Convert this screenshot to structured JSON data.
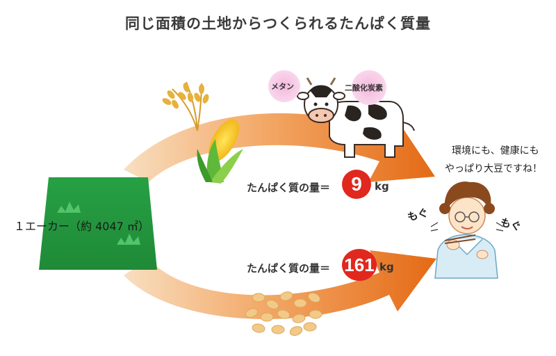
{
  "title": "同じ面積の土地からつくられるたんぱく質量",
  "field": {
    "label": "１エーカー（約 4047 ㎡）"
  },
  "bubbles": {
    "methane": "メタン",
    "co2": "二酸化炭素"
  },
  "beef_route": {
    "label": "たんぱく質の量＝",
    "value": "9",
    "unit": "kg"
  },
  "soy_route": {
    "label": "たんぱく質の量＝",
    "value": "161",
    "unit": "kg"
  },
  "speech": {
    "line1": "環境にも、健康にも",
    "line2": "やっぱり大豆ですね！"
  },
  "chewing": {
    "left": "もぐ",
    "right": "もぐ"
  },
  "colors": {
    "arrow_light": "#f6d1a5",
    "arrow_dark": "#e8721c",
    "field": "#2e9a42",
    "badge": "#e0281e"
  }
}
